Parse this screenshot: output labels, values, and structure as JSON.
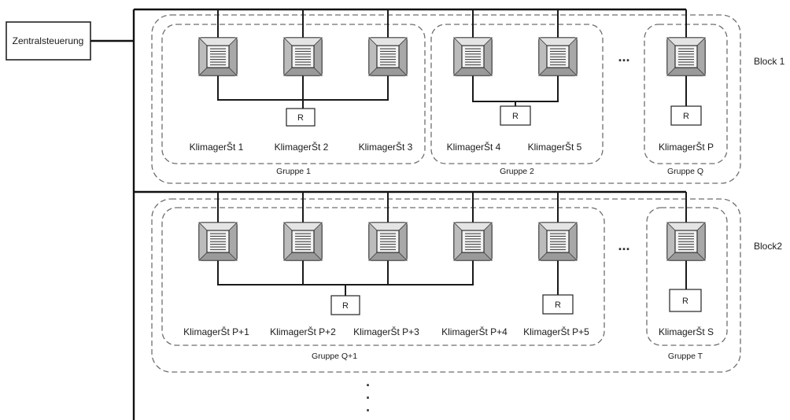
{
  "central_control": "Zentralsteuerung",
  "remote_label": "R",
  "ellipsis": "...",
  "continuation": "·",
  "blocks": [
    {
      "label": "Block 1",
      "groups": [
        {
          "label": "Gruppe  1",
          "units": [
            "KlimagerŠt 1",
            "KlimagerŠt 2",
            "KlimagerŠt 3"
          ]
        },
        {
          "label": "Gruppe  2",
          "units": [
            "KlimagerŠt 4",
            "KlimagerŠt 5"
          ]
        },
        {
          "label": "Gruppe  Q",
          "units": [
            "KlimagerŠt P"
          ]
        }
      ]
    },
    {
      "label": "Block2",
      "groups": [
        {
          "label": "Gruppe Q+1",
          "units": [
            "KlimagerŠt P+1",
            "KlimagerŠt P+2",
            "KlimagerŠt P+3",
            "KlimagerŠt P+4",
            "KlimagerŠt P+5"
          ]
        },
        {
          "label": "Gruppe  T",
          "units": [
            "KlimagerŠt S"
          ]
        }
      ]
    }
  ]
}
